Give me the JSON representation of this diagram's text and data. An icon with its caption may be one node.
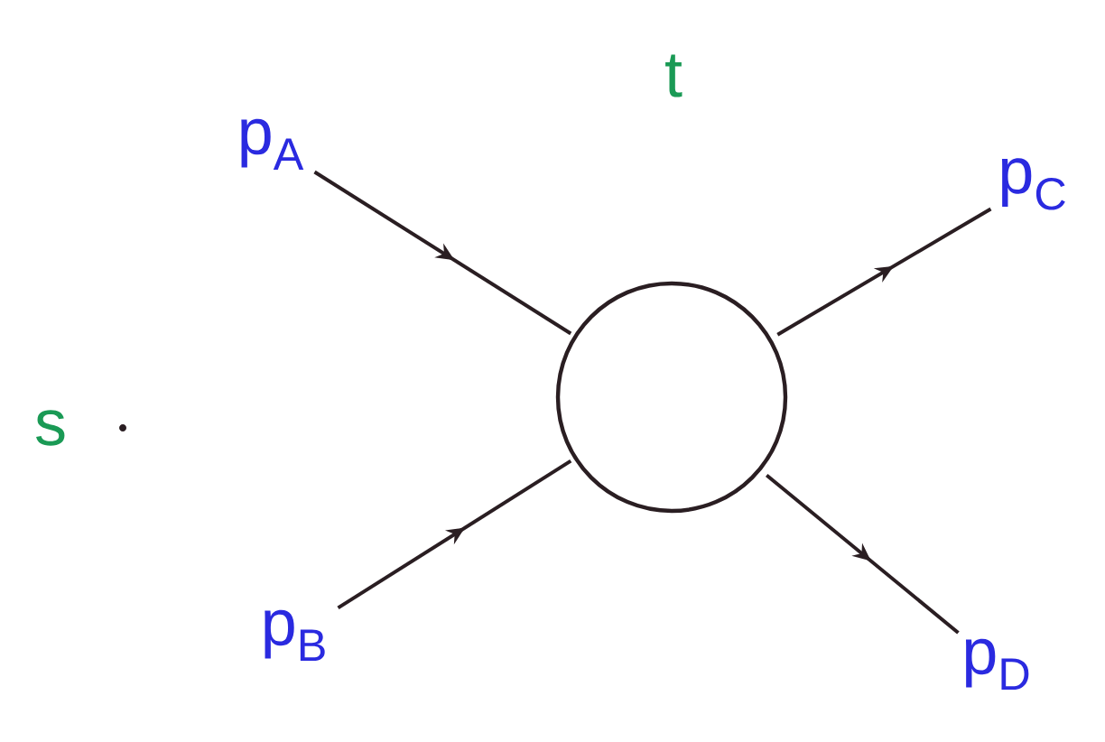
{
  "diagram": {
    "nodes": [
      {
        "text": [
          "p$_{A}$"
        ]
      },
      {
        "text": [
          "p$_{B}$"
        ]
      },
      {
        "text": [
          "p$_{C}$"
        ]
      },
      {
        "text": [
          "p$_{D}$"
        ]
      },
      {
        "text": [],
        "shape": "circle"
      }
    ],
    "edges": [
      {
        "from": 0,
        "to": 4,
        "arrow": "to"
      },
      {
        "from": 1,
        "to": 4,
        "arrow": "to"
      },
      {
        "from": 4,
        "to": 2,
        "arrow": "to"
      },
      {
        "from": 4,
        "to": 3,
        "arrow": "to"
      }
    ],
    "labels": [
      "t",
      "s"
    ]
  }
}
